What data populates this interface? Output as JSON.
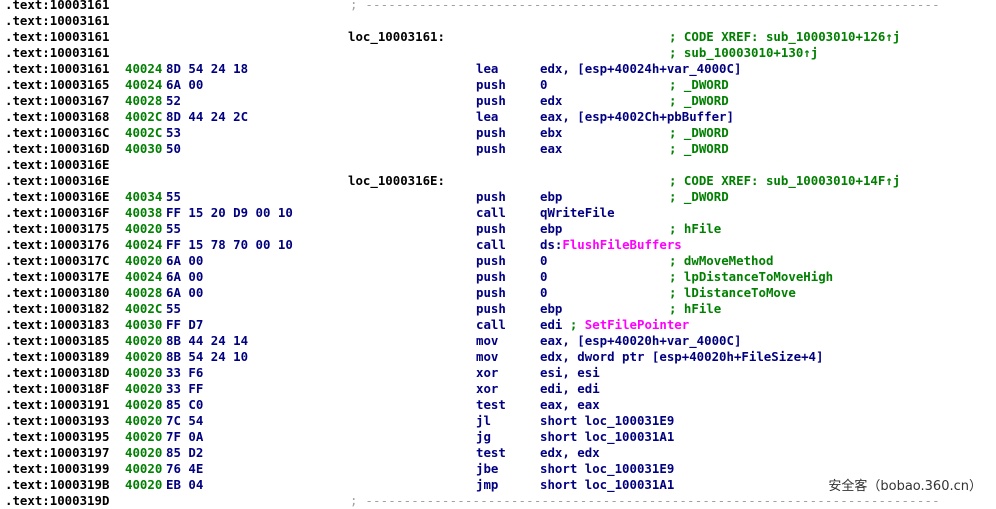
{
  "rows": [
    {
      "addr": ".text:10003161",
      "sep": "; ---------------------------------------------------------------------------"
    },
    {
      "addr": ".text:10003161"
    },
    {
      "addr": ".text:10003161",
      "label": "loc_10003161:",
      "cmt": "; CODE XREF: sub_10003010+126↑j"
    },
    {
      "addr": ".text:10003161",
      "cmt": "; sub_10003010+130↑j"
    },
    {
      "addr": ".text:10003161",
      "stack": "40024",
      "bytes": "8D 54 24 18",
      "mnem": "lea",
      "ops": "edx, [esp+40024h+var_4000C]"
    },
    {
      "addr": ".text:10003165",
      "stack": "40024",
      "bytes": "6A 00",
      "mnem": "push",
      "ops": "0",
      "cmt": "; _DWORD"
    },
    {
      "addr": ".text:10003167",
      "stack": "40028",
      "bytes": "52",
      "mnem": "push",
      "ops": "edx",
      "cmt": "; _DWORD"
    },
    {
      "addr": ".text:10003168",
      "stack": "4002C",
      "bytes": "8D 44 24 2C",
      "mnem": "lea",
      "ops": "eax, [esp+4002Ch+pbBuffer]"
    },
    {
      "addr": ".text:1000316C",
      "stack": "4002C",
      "bytes": "53",
      "mnem": "push",
      "ops": "ebx",
      "cmt": "; _DWORD"
    },
    {
      "addr": ".text:1000316D",
      "stack": "40030",
      "bytes": "50",
      "mnem": "push",
      "ops": "eax",
      "cmt": "; _DWORD"
    },
    {
      "addr": ".text:1000316E"
    },
    {
      "addr": ".text:1000316E",
      "label": "loc_1000316E:",
      "cmt": "; CODE XREF: sub_10003010+14F↑j"
    },
    {
      "addr": ".text:1000316E",
      "stack": "40034",
      "bytes": "55",
      "mnem": "push",
      "ops": "ebp",
      "cmt": "; _DWORD"
    },
    {
      "addr": ".text:1000316F",
      "stack": "40038",
      "bytes": "FF 15 20 D9 00 10",
      "mnem": "call",
      "ops": "qWriteFile"
    },
    {
      "addr": ".text:10003175",
      "stack": "40020",
      "bytes": "55",
      "mnem": "push",
      "ops": "ebp",
      "cmt": "; hFile"
    },
    {
      "addr": ".text:10003176",
      "stack": "40024",
      "bytes": "FF 15 78 70 00 10",
      "mnem": "call",
      "ops_pre": "ds:",
      "ops_pink": "FlushFileBuffers"
    },
    {
      "addr": ".text:1000317C",
      "stack": "40020",
      "bytes": "6A 00",
      "mnem": "push",
      "ops": "0",
      "cmt": "; dwMoveMethod"
    },
    {
      "addr": ".text:1000317E",
      "stack": "40024",
      "bytes": "6A 00",
      "mnem": "push",
      "ops": "0",
      "cmt": "; lpDistanceToMoveHigh"
    },
    {
      "addr": ".text:10003180",
      "stack": "40028",
      "bytes": "6A 00",
      "mnem": "push",
      "ops": "0",
      "cmt": "; lDistanceToMove"
    },
    {
      "addr": ".text:10003182",
      "stack": "4002C",
      "bytes": "55",
      "mnem": "push",
      "ops": "ebp",
      "cmt": "; hFile"
    },
    {
      "addr": ".text:10003183",
      "stack": "40030",
      "bytes": "FF D7",
      "mnem": "call",
      "ops": "edi",
      "ops_cmt": " ; ",
      "ops_pink": "SetFilePointer"
    },
    {
      "addr": ".text:10003185",
      "stack": "40020",
      "bytes": "8B 44 24 14",
      "mnem": "mov",
      "ops": "eax, [esp+40020h+var_4000C]"
    },
    {
      "addr": ".text:10003189",
      "stack": "40020",
      "bytes": "8B 54 24 10",
      "mnem": "mov",
      "ops": "edx, dword ptr [esp+40020h+FileSize+4]"
    },
    {
      "addr": ".text:1000318D",
      "stack": "40020",
      "bytes": "33 F6",
      "mnem": "xor",
      "ops": "esi, esi"
    },
    {
      "addr": ".text:1000318F",
      "stack": "40020",
      "bytes": "33 FF",
      "mnem": "xor",
      "ops": "edi, edi"
    },
    {
      "addr": ".text:10003191",
      "stack": "40020",
      "bytes": "85 C0",
      "mnem": "test",
      "ops": "eax, eax"
    },
    {
      "addr": ".text:10003193",
      "stack": "40020",
      "bytes": "7C 54",
      "mnem": "jl",
      "ops": "short loc_100031E9"
    },
    {
      "addr": ".text:10003195",
      "stack": "40020",
      "bytes": "7F 0A",
      "mnem": "jg",
      "ops": "short loc_100031A1"
    },
    {
      "addr": ".text:10003197",
      "stack": "40020",
      "bytes": "85 D2",
      "mnem": "test",
      "ops": "edx, edx"
    },
    {
      "addr": ".text:10003199",
      "stack": "40020",
      "bytes": "76 4E",
      "mnem": "jbe",
      "ops": "short loc_100031E9"
    },
    {
      "addr": ".text:1000319B",
      "stack": "40020",
      "bytes": "EB 04",
      "mnem": "jmp",
      "ops": "short loc_100031A1"
    },
    {
      "addr": ".text:1000319D",
      "sep": "; ---------------------------------------------------------------------------"
    }
  ],
  "watermark": "安全客（bobao.360.cn）",
  "colors": {
    "address": "#000000",
    "stack_pointer": "#008000",
    "opcode_bytes": "#000080",
    "instruction": "#000080",
    "comment": "#008000",
    "api_import": "#ff00ff",
    "separator": "#a0a0a0",
    "background": "#ffffff"
  }
}
